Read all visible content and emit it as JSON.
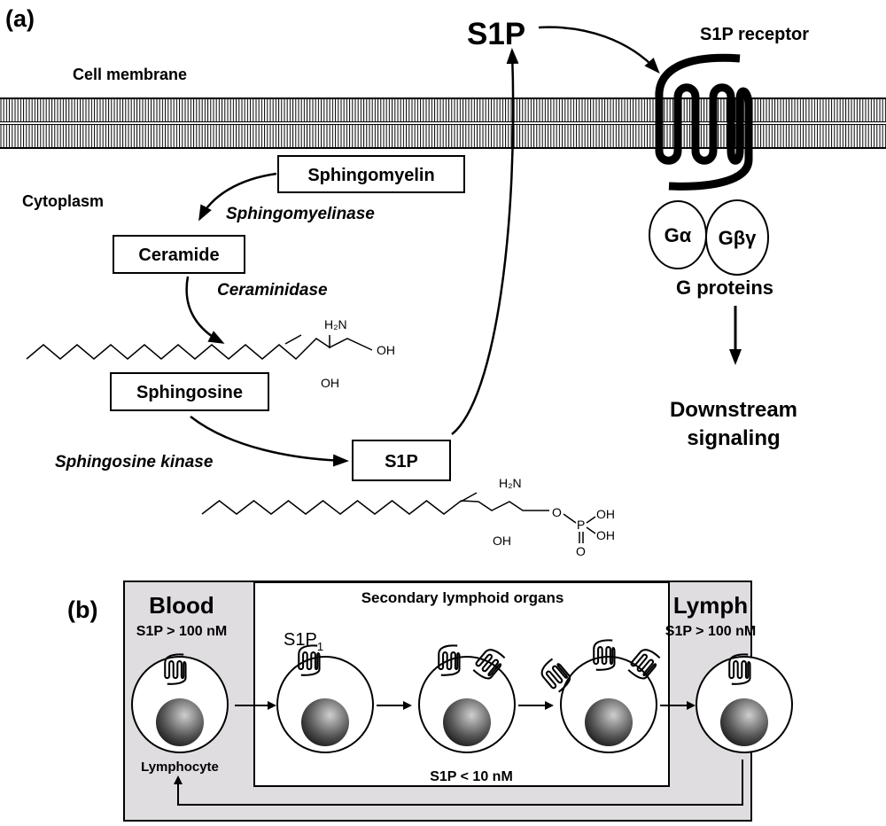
{
  "panel_a": {
    "label": "(a)",
    "cell_membrane": "Cell membrane",
    "cytoplasm": "Cytoplasm",
    "s1p_extracellular": "S1P",
    "receptor_label": "S1P receptor",
    "g_alpha": "Gα",
    "g_beta_gamma": "Gβγ",
    "g_proteins": "G proteins",
    "downstream_line1": "Downstream",
    "downstream_line2": "signaling",
    "sphingomyelin": "Sphingomyelin",
    "sphingomyelinase": "Sphingomyelinase",
    "ceramide": "Ceramide",
    "ceraminidase": "Ceraminidase",
    "sphingosine": "Sphingosine",
    "sphingosine_kinase": "Sphingosine kinase",
    "s1p_box": "S1P",
    "chem": {
      "h2n": "H₂N",
      "oh": "OH",
      "o": "O",
      "p": "P"
    }
  },
  "panel_b": {
    "label": "(b)",
    "blood": "Blood",
    "blood_conc": "S1P > 100 nM",
    "secondary": "Secondary lymphoid organs",
    "s1p1": "S1P",
    "s1p1_sub": "1",
    "lymph": "Lymph",
    "lymph_conc": "S1P > 100 nM",
    "lymphocyte": "Lymphocyte",
    "secondary_conc": "S1P < 10 nM"
  },
  "colors": {
    "panel_gray": "#e0dde0"
  }
}
